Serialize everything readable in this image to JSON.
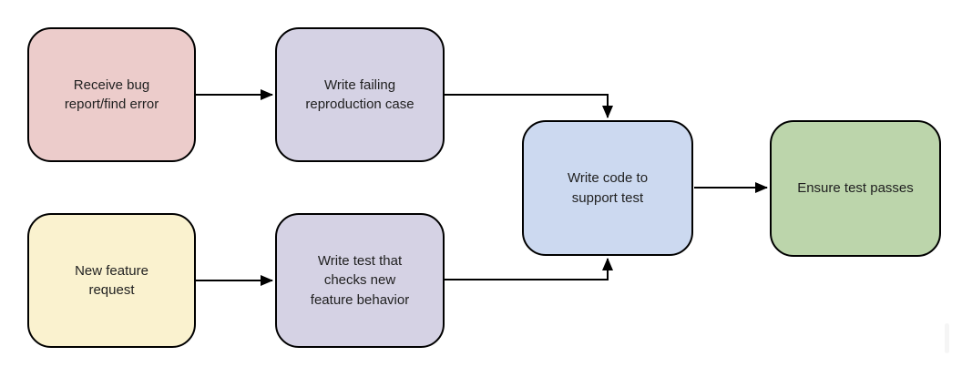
{
  "canvas": {
    "background": "#ffffff",
    "connector_color": "#000000",
    "node_border_color": "#000000",
    "node_text_color": "#212121",
    "scroll_artifact_color": "#f5f5f5"
  },
  "nodes": [
    {
      "id": "receive-bug-report",
      "label": "Receive bug\nreport/find error",
      "fill": "#eccccb"
    },
    {
      "id": "write-failing-reproduction",
      "label": "Write failing\nreproduction case",
      "fill": "#d5d2e4"
    },
    {
      "id": "new-feature-request",
      "label": "New feature\nrequest",
      "fill": "#faf2cf"
    },
    {
      "id": "write-test-checks-new-feature",
      "label": "Write test that\nchecks new\nfeature behavior",
      "fill": "#d5d2e4"
    },
    {
      "id": "write-code-to-support-test",
      "label": "Write code to\nsupport test",
      "fill": "#ccd9f0"
    },
    {
      "id": "ensure-test-passes",
      "label": "Ensure test passes",
      "fill": "#bcd5ab"
    }
  ],
  "edges": [
    {
      "from": "receive-bug-report",
      "to": "write-failing-reproduction"
    },
    {
      "from": "write-failing-reproduction",
      "to": "write-code-to-support-test"
    },
    {
      "from": "new-feature-request",
      "to": "write-test-checks-new-feature"
    },
    {
      "from": "write-test-checks-new-feature",
      "to": "write-code-to-support-test"
    },
    {
      "from": "write-code-to-support-test",
      "to": "ensure-test-passes"
    }
  ]
}
